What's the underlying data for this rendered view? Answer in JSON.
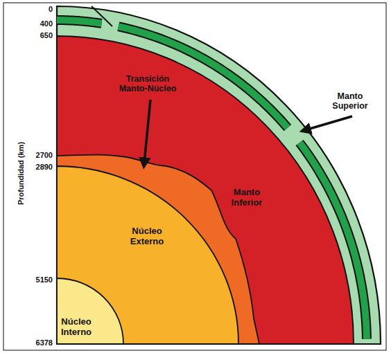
{
  "diagram": {
    "nodes": [
      {
        "text": [
          "Manto Inferior"
        ]
      },
      {
        "text": [
          "Núcleo Externo"
        ]
      },
      {
        "text": [
          "Núcleo Interno"
        ]
      }
    ],
    "labels": [
      "0",
      "400",
      "650",
      "2700",
      "2890",
      "5150",
      "6378",
      "Profundidad (km)",
      "Transición Manto-Núcleo",
      "Manto Superior"
    ]
  }
}
